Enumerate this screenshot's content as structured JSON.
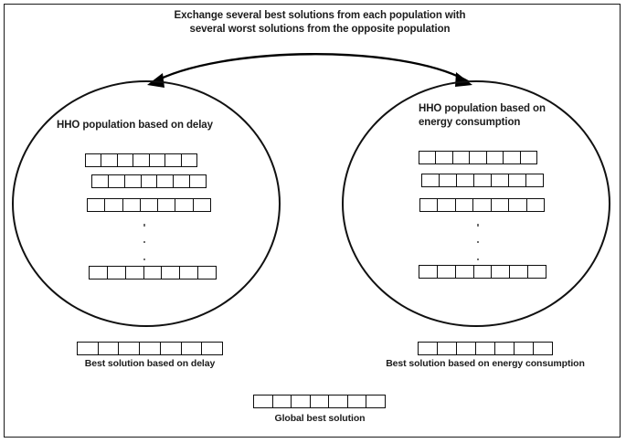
{
  "diagram": {
    "title_lines": [
      "Exchange several best solutions from each population with",
      "several worst solutions from the opposite population"
    ],
    "arrow": {
      "name": "exchange-arrow",
      "style": "double-headed-curved",
      "color": "#000000"
    },
    "populations": [
      {
        "id": "left",
        "title_lines": [
          "HHO population based on delay"
        ],
        "rows": [
          {
            "cells": 7
          },
          {
            "cells": 7
          },
          {
            "cells": 7
          },
          {
            "cells": 7
          }
        ],
        "ellipsis_dots": 3,
        "best_solution": {
          "label": "Best solution based on delay",
          "cells": 7
        }
      },
      {
        "id": "right",
        "title_lines": [
          "HHO population based on",
          "energy consumption"
        ],
        "rows": [
          {
            "cells": 7
          },
          {
            "cells": 7
          },
          {
            "cells": 7
          },
          {
            "cells": 7
          }
        ],
        "ellipsis_dots": 3,
        "best_solution": {
          "label": "Best solution based on energy consumption",
          "cells": 7
        }
      }
    ],
    "global_best": {
      "label": "Global best solution",
      "cells": 7
    },
    "colors": {
      "stroke": "#111111",
      "text": "#1c1c1c",
      "dot": "#6e6e6e",
      "background": "#ffffff",
      "frame": "#1a1a1a"
    }
  }
}
